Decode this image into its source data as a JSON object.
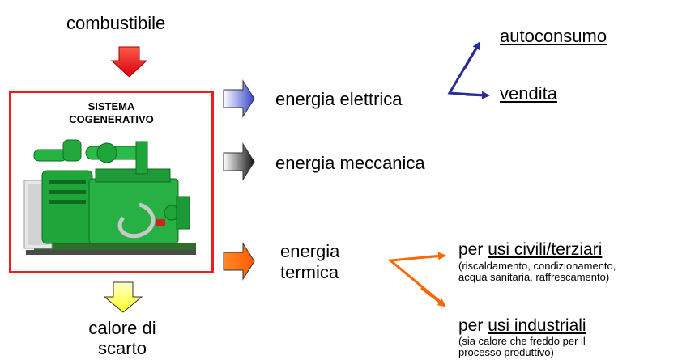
{
  "input_label": "combustibile",
  "system": {
    "title_line1": "SISTEMA",
    "title_line2": "COGENERATIVO"
  },
  "waste_heat": {
    "line1": "calore di",
    "line2": "scarto"
  },
  "outputs": {
    "electric": "energia elettrica",
    "mechanical": "energia meccanica",
    "thermal_line1": "energia",
    "thermal_line2": "termica"
  },
  "electric_uses": {
    "self": "autoconsumo",
    "sale": "vendita"
  },
  "civil": {
    "prefix": "per ",
    "label": "usi civili/terziari",
    "detail_line1": "(riscaldamento, condizionamento,",
    "detail_line2": "acqua sanitaria, raffrescamento)"
  },
  "industrial": {
    "prefix": "per ",
    "label": "usi industriali",
    "detail_line1": "(sia calore che freddo per il",
    "detail_line2": "processo produttivo)"
  },
  "colors": {
    "box_border": "#ee1c1c",
    "input_arrow": "#e8141a",
    "waste_arrow": "#ffff33",
    "electric_arrow_from": "#ffffff",
    "electric_arrow_to": "#3344cc",
    "mechanical_arrow_to": "#111111",
    "thermal_arrow": "#ff6600",
    "electric_split": "#2a2a99",
    "thermal_split": "#ff6600",
    "machine": "#1fa63a"
  },
  "icons": [
    "cogeneration-engine-image"
  ]
}
